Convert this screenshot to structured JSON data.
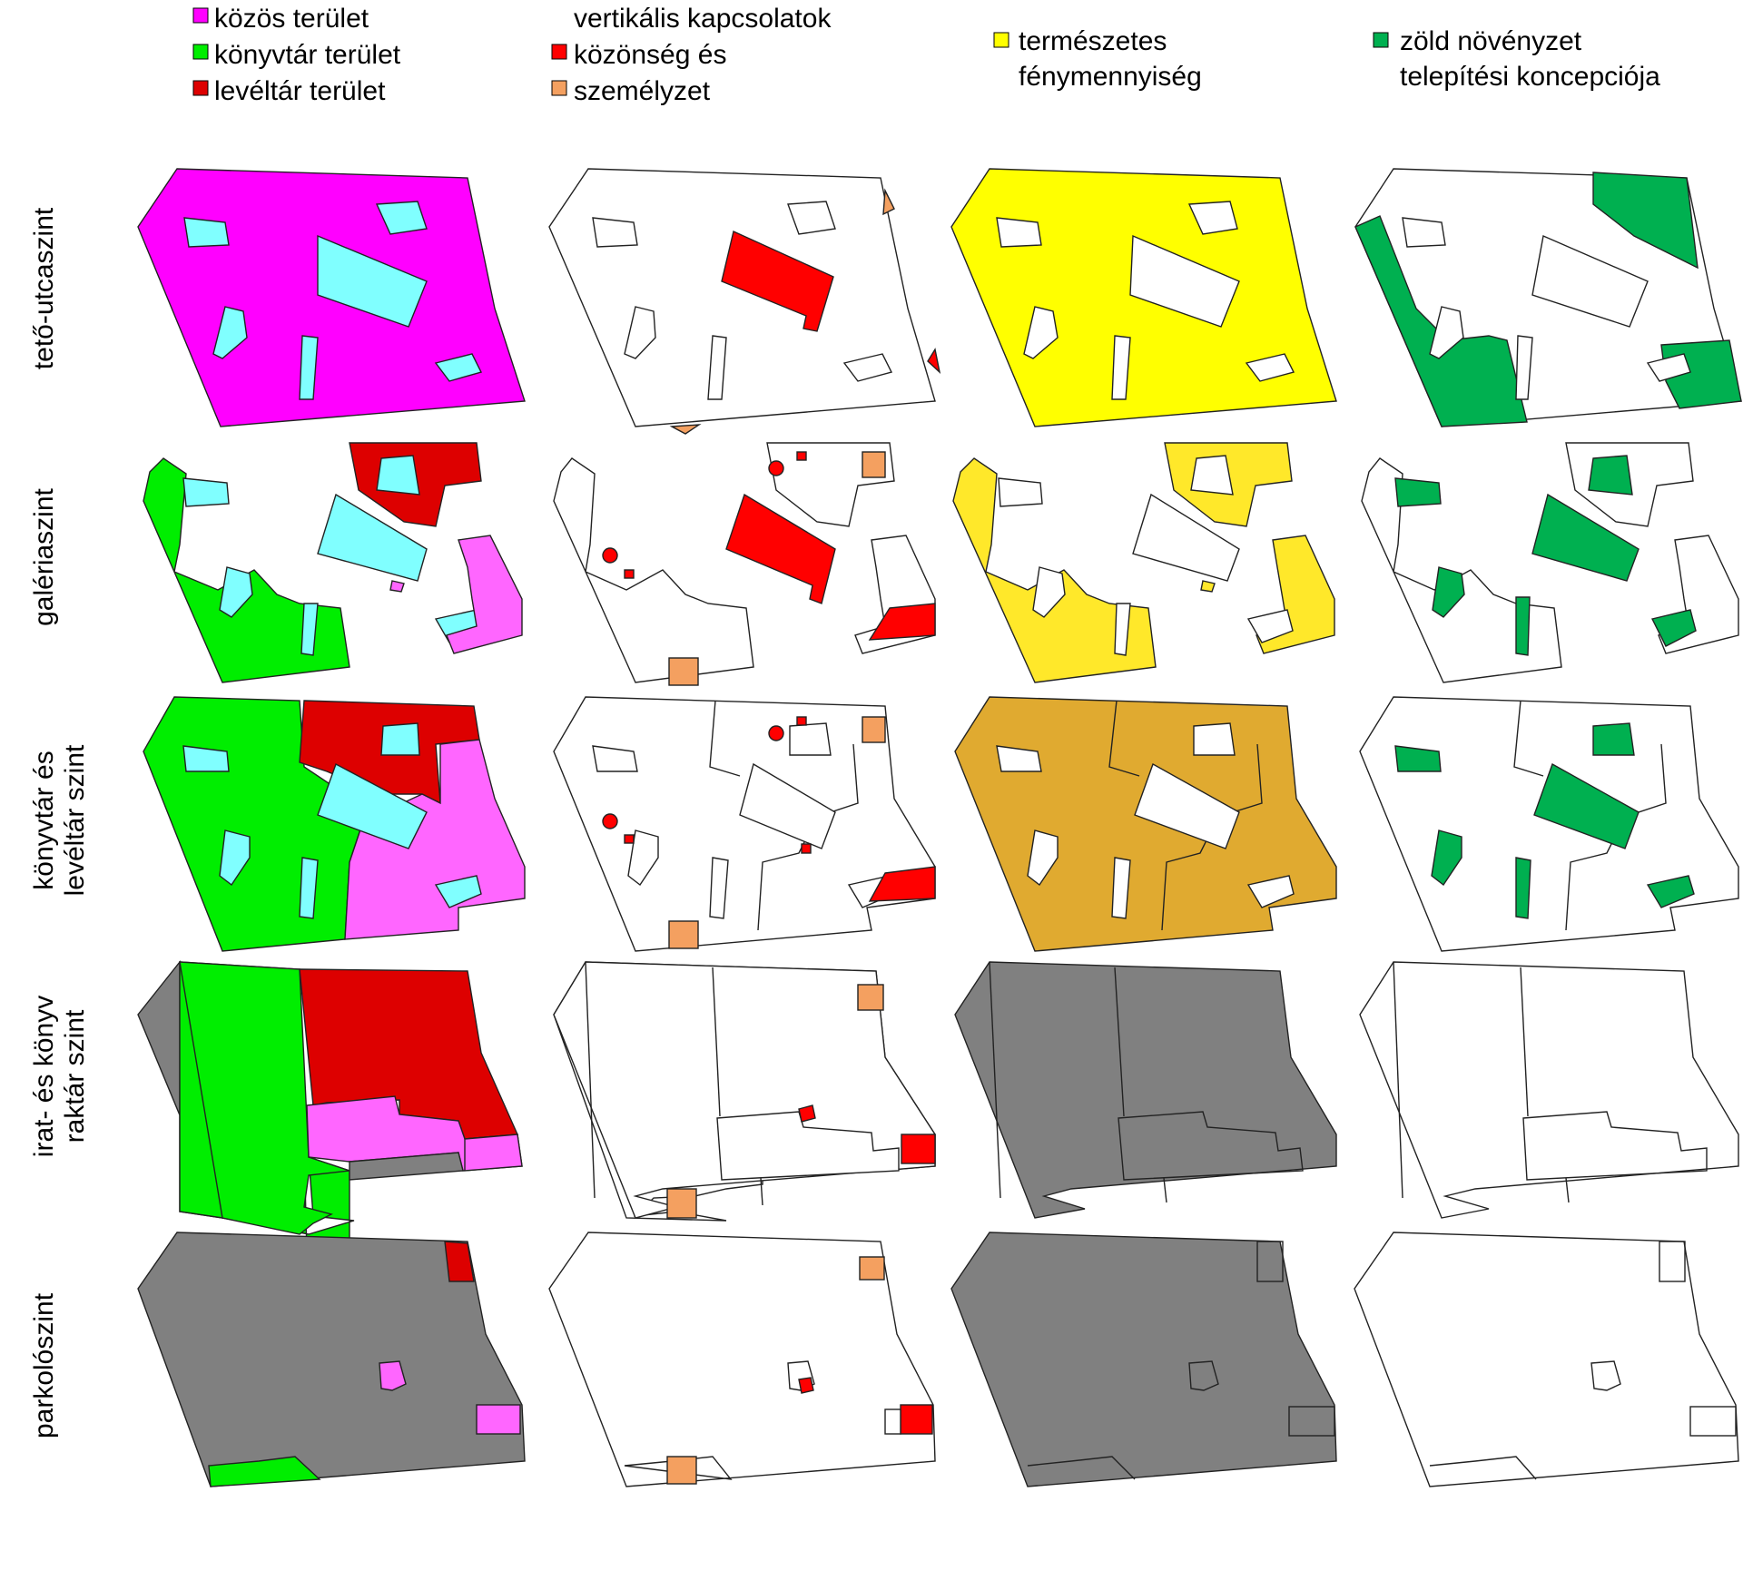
{
  "legend": {
    "col1": [
      {
        "label": "közös terület",
        "color": "#ff00ff"
      },
      {
        "label": "könyvtár terület",
        "color": "#00ee00"
      },
      {
        "label": "levéltár terület",
        "color": "#dd0000"
      }
    ],
    "col2": {
      "heading": "vertikális kapcsolatok",
      "items": [
        {
          "label": "közönség és",
          "color": "#ff0000"
        },
        {
          "label": "személyzet",
          "color": "#f4a060"
        }
      ]
    },
    "col3": {
      "line1": "természetes",
      "line2": "fénymennyiség",
      "color": "#ffff00"
    },
    "col4": {
      "line1": "zöld növényzet",
      "line2": "telepítési koncepciója",
      "color": "#00b050"
    }
  },
  "rows": [
    {
      "label1": "tető-utcaszint",
      "label2": ""
    },
    {
      "label1": "galériaszint",
      "label2": ""
    },
    {
      "label1": "könyvtár és",
      "label2": "levéltár szint"
    },
    {
      "label1": "irat- és könyv",
      "label2": "raktár szint"
    },
    {
      "label1": "parkolószint",
      "label2": ""
    }
  ],
  "colors": {
    "common": "#ff00ff",
    "common_light": "#ff66ff",
    "library": "#00ee00",
    "archive": "#dd0000",
    "atrium": "#80ffff",
    "public_core": "#ff0000",
    "staff_core": "#f4a060",
    "light_full": "#ffff00",
    "light_gallery": "#ffe82a",
    "light_mid": "#e0aa30",
    "light_none": "#808080",
    "green": "#00b050",
    "parking": "#808080"
  }
}
